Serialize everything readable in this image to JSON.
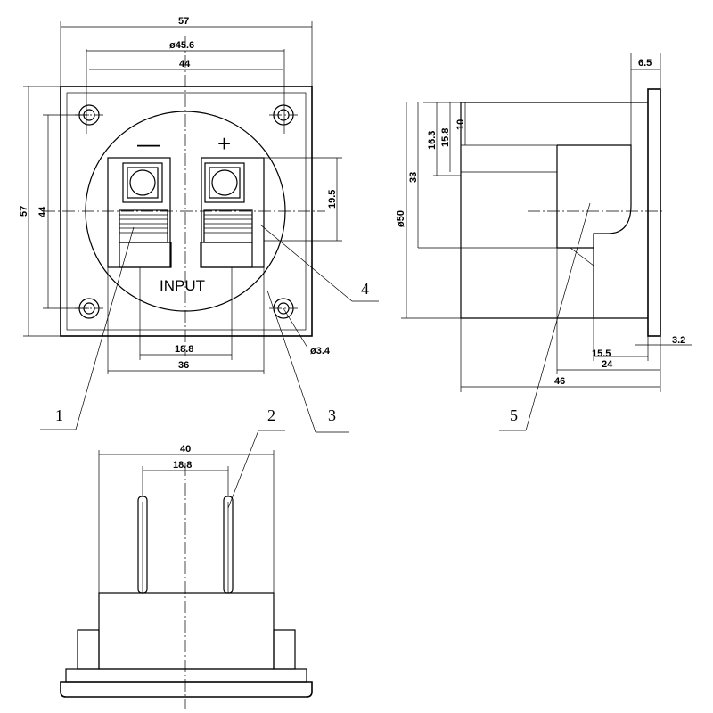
{
  "front_view": {
    "input_label": "INPUT",
    "minus_sign": "—",
    "plus_sign": "+",
    "dims": {
      "width": "57",
      "height": "57",
      "circle_dia": "ø45.6",
      "hole_spacing_h": "44",
      "hole_spacing_v": "44",
      "terminal_height": "19.5",
      "terminal_spacing": "18.8",
      "terminal_width": "36",
      "hole_dia": "ø3.4"
    }
  },
  "side_view": {
    "dims": {
      "flange": "6.5",
      "d10": "10",
      "d15_8": "15.8",
      "d16_3": "16.3",
      "d33": "33",
      "body_dia": "ø50",
      "d15_5": "15.5",
      "d3_2": "3.2",
      "d24": "24",
      "d46": "46"
    }
  },
  "bottom_view": {
    "dims": {
      "width": "40",
      "pin_spacing": "18.8"
    }
  },
  "callouts": [
    "1",
    "2",
    "3",
    "4",
    "5"
  ]
}
